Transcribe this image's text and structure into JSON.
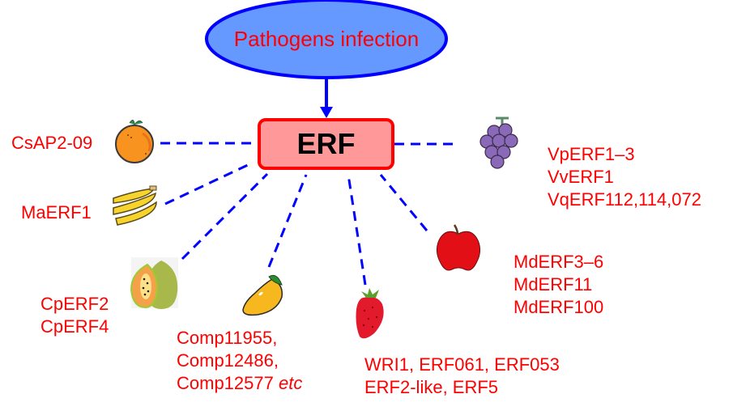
{
  "diagram": {
    "trigger": {
      "label": "Pathogens infection"
    },
    "center": {
      "label": "ERF"
    },
    "colors": {
      "text": "#ff0000",
      "ellipse_fill": "#6699ff",
      "ellipse_stroke": "#0000ff",
      "connector": "#0000ff",
      "box_fill": "#ff9999",
      "box_stroke": "#ff0000",
      "center_text": "#000000"
    },
    "fruits": [
      {
        "name": "orange",
        "icon": "orange-icon",
        "genes": [
          "CsAP2-09"
        ]
      },
      {
        "name": "banana",
        "icon": "banana-icon",
        "genes": [
          "MaERF1"
        ]
      },
      {
        "name": "papaya",
        "icon": "papaya-icon",
        "genes": [
          "CpERF2",
          "CpERF4"
        ]
      },
      {
        "name": "mango",
        "icon": "mango-icon",
        "genes": [
          "Comp11955,",
          "Comp12486,",
          "Comp12577"
        ],
        "suffix": "etc"
      },
      {
        "name": "strawberry",
        "icon": "strawberry-icon",
        "genes": [
          "WRI1, ERF061, ERF053",
          "ERF2-like, ERF5"
        ]
      },
      {
        "name": "apple",
        "icon": "apple-icon",
        "genes": [
          "MdERF3–6",
          "MdERF11",
          "MdERF100"
        ]
      },
      {
        "name": "grape",
        "icon": "grape-icon",
        "genes": [
          "VpERF1–3",
          "VvERF1",
          "VqERF112,114,072"
        ]
      }
    ]
  }
}
